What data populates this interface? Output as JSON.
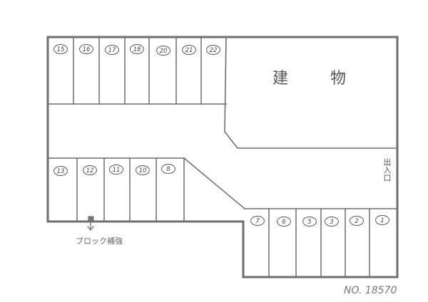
{
  "diagram": {
    "type": "parking-lot-site-plan",
    "building": {
      "label": "建 物"
    },
    "entrance": {
      "label": "出入口"
    },
    "note": {
      "label": "ブロック補強",
      "target_stall": "12"
    },
    "reference_number": "NO. 18570",
    "stalls": {
      "top_row": [
        {
          "id": "15",
          "label": "15"
        },
        {
          "id": "16",
          "label": "16"
        },
        {
          "id": "17",
          "label": "17"
        },
        {
          "id": "18",
          "label": "18"
        },
        {
          "id": "20",
          "label": "20"
        },
        {
          "id": "21",
          "label": "21"
        },
        {
          "id": "22",
          "label": "22"
        }
      ],
      "middle_row": [
        {
          "id": "13",
          "label": "13"
        },
        {
          "id": "12",
          "label": "12"
        },
        {
          "id": "11",
          "label": "11"
        },
        {
          "id": "10",
          "label": "10"
        },
        {
          "id": "8",
          "label": "8"
        }
      ],
      "bottom_row": [
        {
          "id": "7",
          "label": "7"
        },
        {
          "id": "6",
          "label": "6"
        },
        {
          "id": "5",
          "label": "5"
        },
        {
          "id": "3",
          "label": "3"
        },
        {
          "id": "2",
          "label": "2"
        },
        {
          "id": "1",
          "label": "1"
        }
      ]
    },
    "colors": {
      "line": "#6e6e6e",
      "text": "#555555",
      "background": "#ffffff"
    }
  }
}
